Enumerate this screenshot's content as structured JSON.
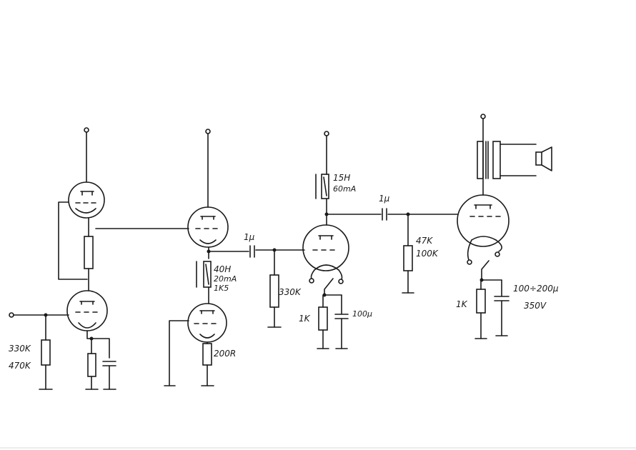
{
  "labels": {
    "stage1_grid_r_a": "330K",
    "stage1_grid_r_b": "470K",
    "choke1_ind": "40H",
    "choke1_cur": "20mA",
    "choke1_res": "1K5",
    "cath_r_stage2": "200R",
    "cap1": "1µ",
    "grid_r_stage3": "330K",
    "choke2_ind": "15H",
    "choke2_cur": "60mA",
    "cath_r_stage3": "1K",
    "cath_cap_stage3": "100µ",
    "cap2": "1µ",
    "grid_r_out_a": "47K",
    "grid_r_out_b": "100K",
    "cath_r_out": "1K",
    "cath_cap_out": "100÷200µ",
    "cath_cap_out_v": "350V"
  }
}
